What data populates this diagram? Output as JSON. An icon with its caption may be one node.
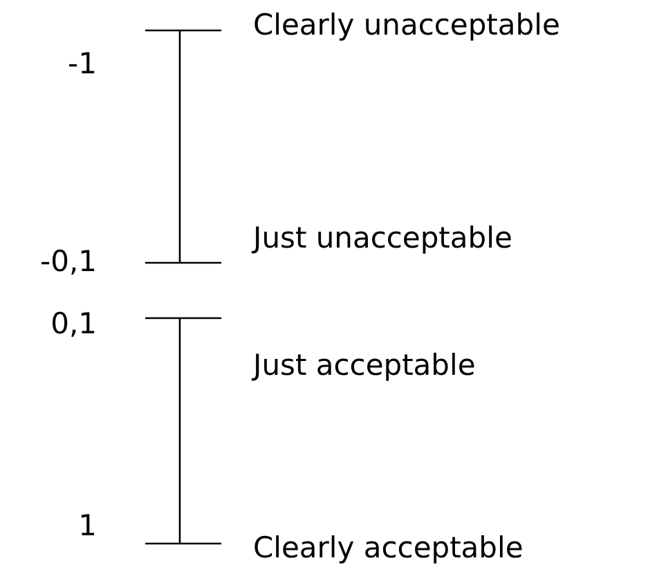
{
  "diagram": {
    "labels": [
      "-1",
      "Clearly unacceptable",
      "Just unacceptable",
      "-0,1",
      "0,1",
      "Just acceptable",
      "1",
      "Clearly acceptable"
    ]
  }
}
